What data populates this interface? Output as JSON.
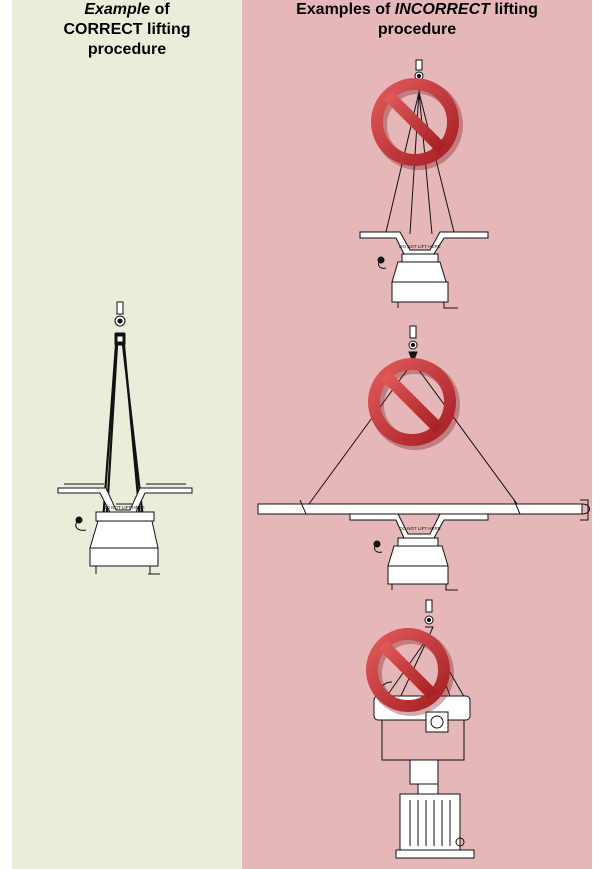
{
  "left_header": {
    "line1_italic": "Example",
    "line1_rest": " of",
    "line2": "CORRECT lifting",
    "line3": "procedure"
  },
  "right_header": {
    "line1_start": "Examples of ",
    "line1_italic": "INCORRECT",
    "line1_end": " lifting",
    "line2": "procedure"
  },
  "labels": {
    "do_not_lift_here": "DO NOT LIFT HERE"
  },
  "colors": {
    "correct_bg": "#e9eedb",
    "incorrect_bg": "#e6b7b9",
    "prohibition_red": "#c0272d"
  }
}
